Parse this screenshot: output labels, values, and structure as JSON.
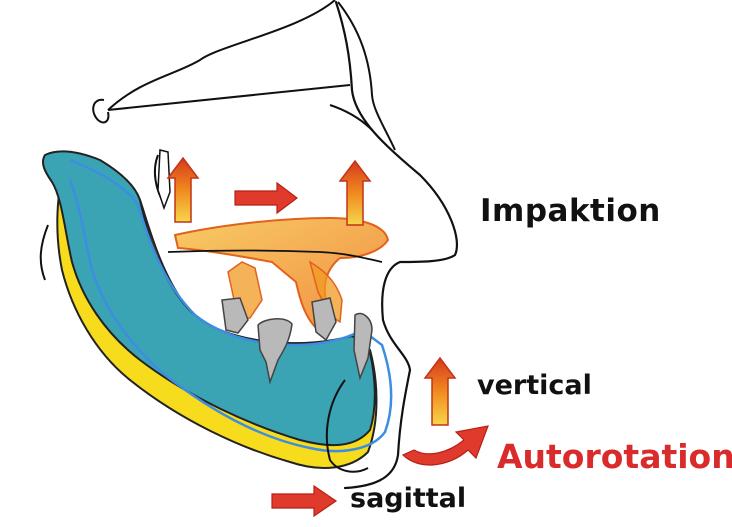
{
  "labels": {
    "impaktion": "Impaktion",
    "vertical": "vertical",
    "autorotation": "Autorotation",
    "sagittal": "sagittal"
  },
  "colors": {
    "mandible_teal": "#3aa4b4",
    "mandible_yellow": "#f6dc1c",
    "blue_outline": "#3d8ee0",
    "maxilla_orange": "#f29a22",
    "arrow_red": "#e03a2c",
    "autorotation_red": "#d92b2b",
    "tooth_gray": "#b9b9b9"
  },
  "icons": [
    "impaction-arrow-up",
    "forward-arrow-right",
    "vertical-arrow-up",
    "sagittal-arrow-right",
    "autorotation-curved-arrow"
  ]
}
